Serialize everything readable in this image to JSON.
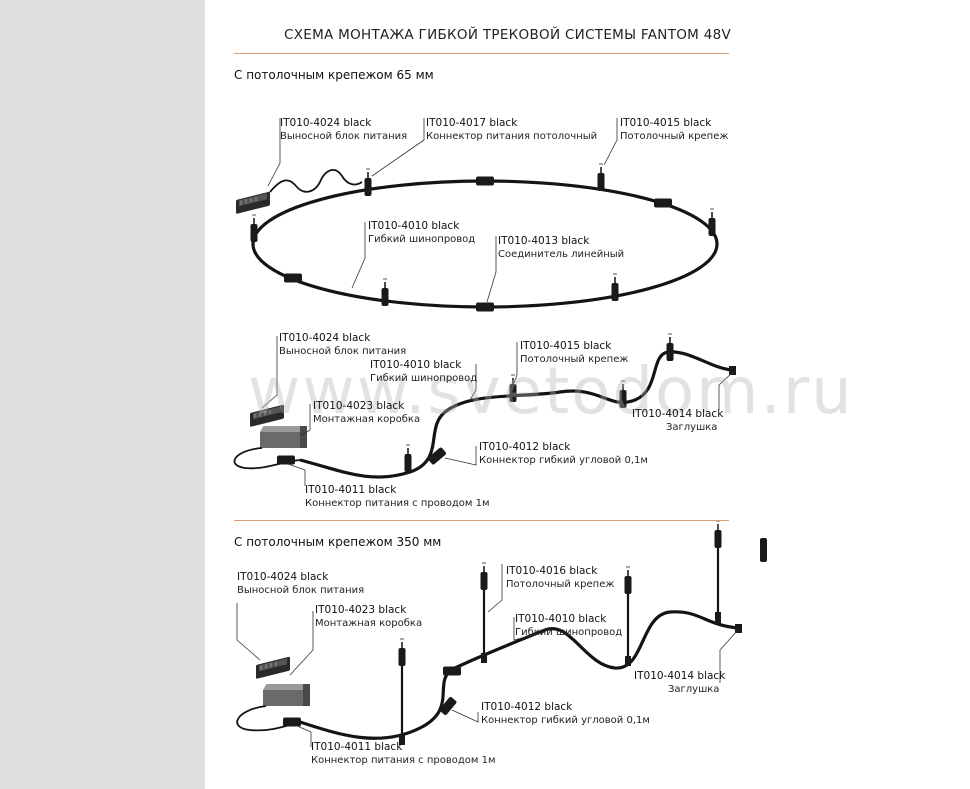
{
  "page": {
    "title": "СХЕМА МОНТАЖА ГИБКОЙ ТРЕКОВОЙ СИСТЕМЫ FANTOM 48V",
    "watermark": "www.svetodom.ru"
  },
  "section1": {
    "heading": "С потолочным крепежом 65 мм",
    "labels": [
      {
        "code": "IT010-4024 black",
        "desc": "Выносной блок питания"
      },
      {
        "code": "IT010-4017 black",
        "desc": "Коннектор питания потолочный"
      },
      {
        "code": "IT010-4015 black",
        "desc": "Потолочный крепеж"
      },
      {
        "code": "IT010-4010 black",
        "desc": "Гибкий шинопровод"
      },
      {
        "code": "IT010-4013 black",
        "desc": "Соединитель линейный"
      }
    ]
  },
  "section2": {
    "labels": [
      {
        "code": "IT010-4024 black",
        "desc": "Выносной блок питания"
      },
      {
        "code": "IT010-4010 black",
        "desc": "Гибкий шинопровод"
      },
      {
        "code": "IT010-4015 black",
        "desc": "Потолочный крепеж"
      },
      {
        "code": "IT010-4023 black",
        "desc": "Монтажная коробка"
      },
      {
        "code": "IT010-4014 black",
        "desc": "Заглушка"
      },
      {
        "code": "IT010-4012 black",
        "desc": "Коннектор гибкий угловой 0,1м"
      },
      {
        "code": "IT010-4011 black",
        "desc": "Коннектор питания с проводом 1м"
      }
    ]
  },
  "section3": {
    "heading": "С потолочным крепежом 350 мм",
    "labels": [
      {
        "code": "IT010-4024 black",
        "desc": "Выносной блок питания"
      },
      {
        "code": "IT010-4016 black",
        "desc": "Потолочный крепеж"
      },
      {
        "code": "IT010-4023 black",
        "desc": "Монтажная коробка"
      },
      {
        "code": "IT010-4010 black",
        "desc": "Гибкий шинопровод"
      },
      {
        "code": "IT010-4014 black",
        "desc": "Заглушка"
      },
      {
        "code": "IT010-4012 black",
        "desc": "Коннектор гибкий угловой 0,1м"
      },
      {
        "code": "IT010-4011 black",
        "desc": "Коннектор питания с проводом 1м"
      }
    ]
  },
  "colors": {
    "accent_rule": "#d7a07a",
    "track": "#141414",
    "page_bg": "#dfdfdf"
  }
}
